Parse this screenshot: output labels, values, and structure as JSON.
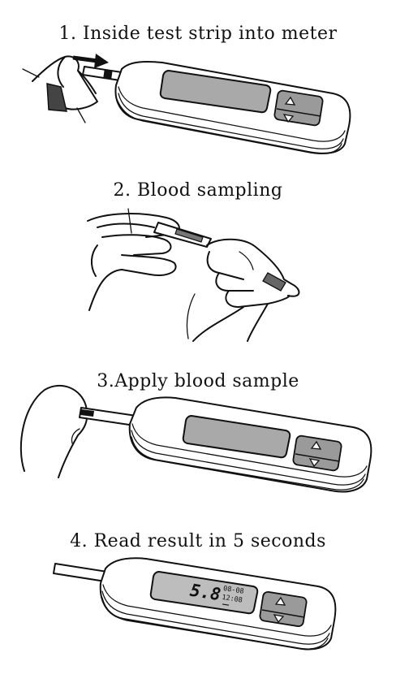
{
  "steps": [
    {
      "title": "1. Inside test strip into meter"
    },
    {
      "title": "2. Blood sampling"
    },
    {
      "title": "3.Apply blood sample"
    },
    {
      "title": "4. Read result in 5 seconds"
    }
  ],
  "meter_display": {
    "reading": "5.8",
    "date": "08-08",
    "time": "12:08"
  },
  "icons": [
    "arrow-right-icon",
    "triangle-up-icon",
    "triangle-down-icon"
  ]
}
